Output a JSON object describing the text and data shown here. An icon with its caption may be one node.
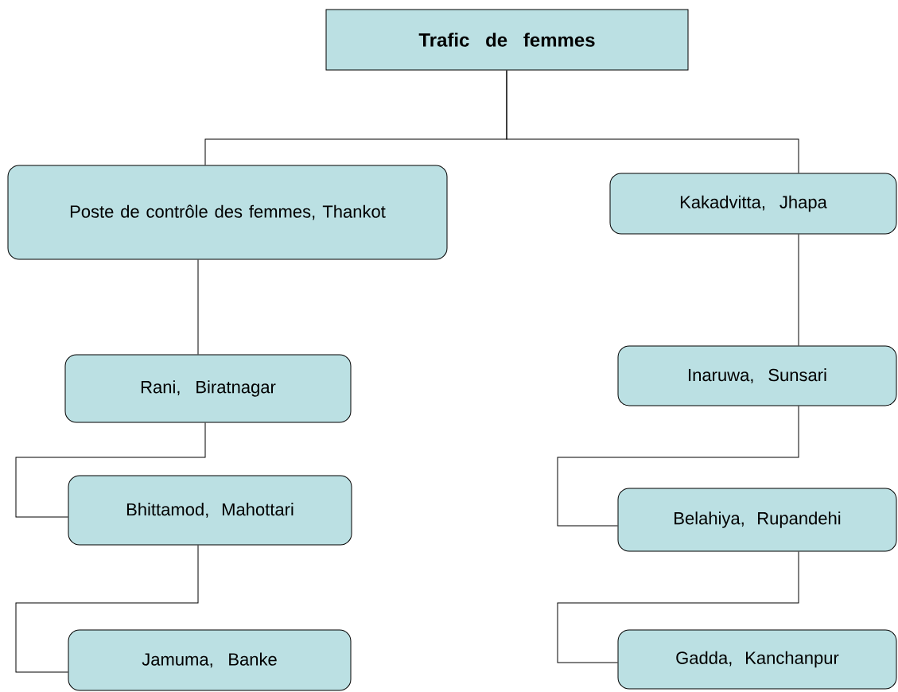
{
  "diagram": {
    "nodes": [
      {
        "text": [
          "Trafic de femmes"
        ]
      },
      {
        "text": [
          "Poste de contrôle des femmes, Thankot"
        ]
      },
      {
        "text": [
          "Kakadvitta, Jhapa"
        ]
      },
      {
        "text": [
          "Rani, Biratnagar"
        ]
      },
      {
        "text": [
          "Bhittamod, Mahottari"
        ]
      },
      {
        "text": [
          "Jamuma, Banke"
        ]
      },
      {
        "text": [
          "Inaruwa, Sunsari"
        ]
      },
      {
        "text": [
          "Belahiya, Rupandehi"
        ]
      },
      {
        "text": [
          "Gadda, Kanchanpur"
        ]
      }
    ],
    "edges": [
      {
        "from": 0,
        "to": 1,
        "arrow": "none"
      },
      {
        "from": 0,
        "to": 2,
        "arrow": "none"
      },
      {
        "from": 1,
        "to": 3,
        "arrow": "none"
      },
      {
        "from": 3,
        "to": 4,
        "arrow": "none"
      },
      {
        "from": 4,
        "to": 5,
        "arrow": "none"
      },
      {
        "from": 2,
        "to": 6,
        "arrow": "none"
      },
      {
        "from": 6,
        "to": 7,
        "arrow": "none"
      },
      {
        "from": 7,
        "to": 8,
        "arrow": "none"
      }
    ]
  }
}
